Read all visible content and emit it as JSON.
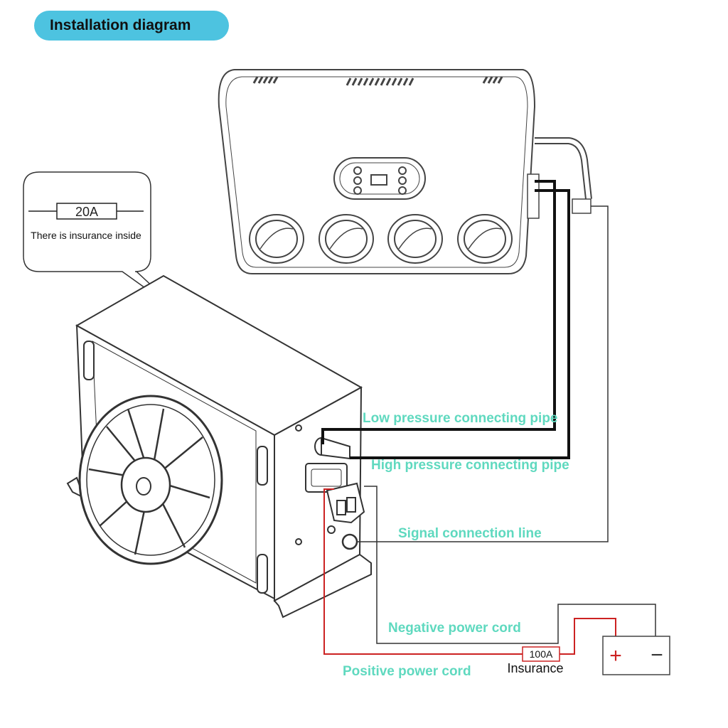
{
  "title": "Installation diagram",
  "callout": {
    "fuse_rating": "20A",
    "note": "There is insurance inside"
  },
  "labels": {
    "low_pressure": "Low pressure connecting pipe",
    "high_pressure": "High pressure connecting pipe",
    "signal": "Signal connection line",
    "negative": "Negative power cord",
    "positive": "Positive power cord"
  },
  "fuse_main": {
    "rating": "100A",
    "label": "Insurance"
  },
  "battery": {
    "plus": "+",
    "minus": "−"
  },
  "colors": {
    "title_pill": "#4dc3e0",
    "label_text": "#5fd9bf",
    "positive_wire": "#cc2222",
    "line": "#333333"
  }
}
